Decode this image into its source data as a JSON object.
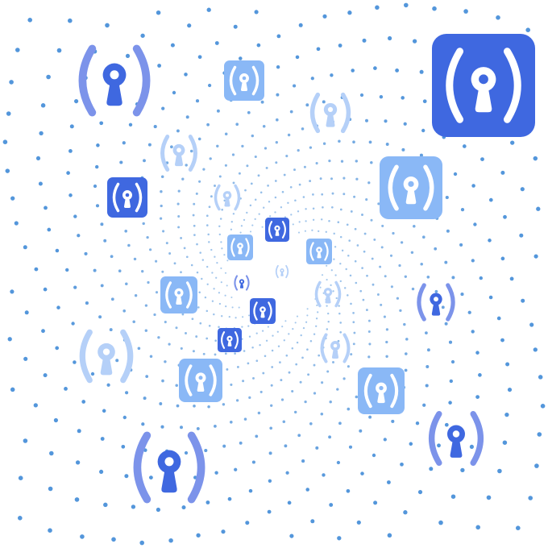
{
  "colors": {
    "background": "#ffffff",
    "dot": "#4a90d9",
    "dark_blue": "#3f68e0",
    "light_blue": "#8ab8f6",
    "pale_blue": "#b5d0f8",
    "medium_blue": "#7c93ea",
    "keyhole_on_tile": "#ffffff"
  },
  "icon_name": "keyhole-broadcast-icon",
  "icons": [
    {
      "style": "bare",
      "tone": "medium_blue"
    },
    {
      "style": "tile",
      "tone": "light_blue"
    },
    {
      "style": "bare",
      "tone": "pale_blue"
    },
    {
      "style": "tile",
      "tone": "dark_blue"
    },
    {
      "style": "bare",
      "tone": "pale_blue"
    },
    {
      "style": "tile",
      "tone": "dark_blue"
    },
    {
      "style": "bare",
      "tone": "pale_blue"
    },
    {
      "style": "tile",
      "tone": "light_blue"
    },
    {
      "style": "tile",
      "tone": "dark_blue"
    },
    {
      "style": "tile",
      "tone": "light_blue"
    },
    {
      "style": "tile",
      "tone": "light_blue"
    },
    {
      "style": "bare",
      "tone": "pale_blue"
    },
    {
      "style": "bare",
      "tone": "medium_blue"
    },
    {
      "style": "bare",
      "tone": "pale_blue"
    },
    {
      "style": "tile",
      "tone": "light_blue"
    },
    {
      "style": "bare",
      "tone": "medium_blue"
    },
    {
      "style": "tile",
      "tone": "dark_blue"
    },
    {
      "style": "bare",
      "tone": "pale_blue"
    },
    {
      "style": "tile",
      "tone": "dark_blue"
    },
    {
      "style": "bare",
      "tone": "pale_blue"
    },
    {
      "style": "tile",
      "tone": "light_blue"
    },
    {
      "style": "tile",
      "tone": "light_blue"
    },
    {
      "style": "bare",
      "tone": "medium_blue"
    }
  ]
}
